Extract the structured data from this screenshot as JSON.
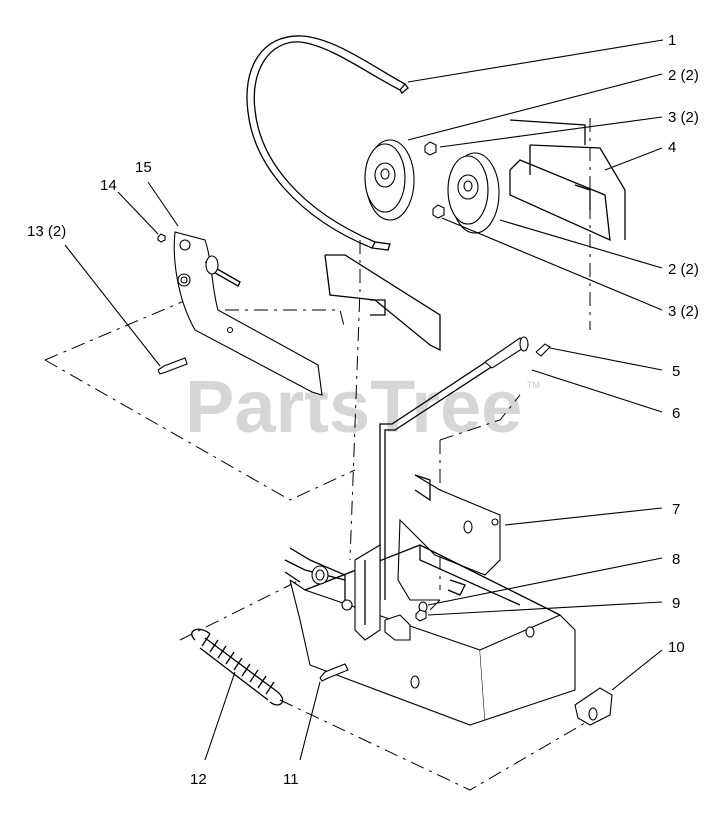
{
  "watermark": {
    "text": "PartsTree",
    "tm": "TM"
  },
  "callouts": [
    {
      "id": "c1",
      "label": "1"
    },
    {
      "id": "c2a",
      "label": "2 (2)"
    },
    {
      "id": "c3a",
      "label": "3 (2)"
    },
    {
      "id": "c4",
      "label": "4"
    },
    {
      "id": "c2b",
      "label": "2 (2)"
    },
    {
      "id": "c3b",
      "label": "3 (2)"
    },
    {
      "id": "c5",
      "label": "5"
    },
    {
      "id": "c6",
      "label": "6"
    },
    {
      "id": "c7",
      "label": "7"
    },
    {
      "id": "c8",
      "label": "8"
    },
    {
      "id": "c9",
      "label": "9"
    },
    {
      "id": "c10",
      "label": "10"
    },
    {
      "id": "c11",
      "label": "11"
    },
    {
      "id": "c12",
      "label": "12"
    },
    {
      "id": "c13",
      "label": "13 (2)"
    },
    {
      "id": "c14",
      "label": "14"
    },
    {
      "id": "c15",
      "label": "15"
    }
  ]
}
